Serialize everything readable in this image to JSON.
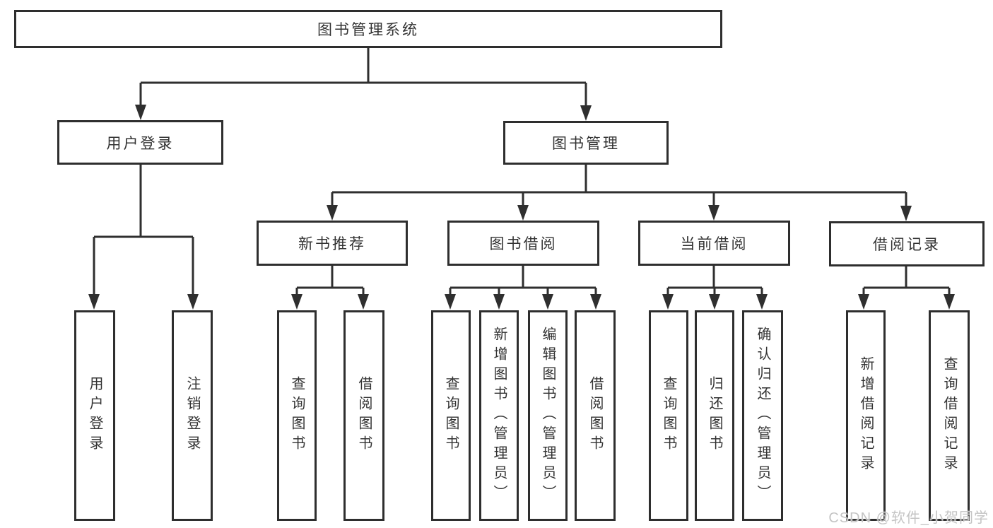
{
  "diagram": {
    "root": "图书管理系统",
    "level2": [
      "用户登录",
      "图书管理"
    ],
    "level3": [
      "新书推荐",
      "图书借阅",
      "当前借阅",
      "借阅记录"
    ],
    "leaves": [
      "用户登录",
      "注销登录",
      "查询图书",
      "借阅图书",
      "查询图书",
      "新增图书（管理员）",
      "编辑图书（管理员）",
      "借阅图书",
      "查询图书",
      "归还图书",
      "确认归还（管理员）",
      "新增借阅记录",
      "查询借阅记录"
    ],
    "hierarchy": [
      {
        "parent": "图书管理系统",
        "children": [
          "用户登录",
          "图书管理"
        ]
      },
      {
        "parent": "用户登录",
        "children": [
          "用户登录",
          "注销登录"
        ]
      },
      {
        "parent": "图书管理",
        "children": [
          "新书推荐",
          "图书借阅",
          "当前借阅",
          "借阅记录"
        ]
      },
      {
        "parent": "新书推荐",
        "children": [
          "查询图书",
          "借阅图书"
        ]
      },
      {
        "parent": "图书借阅",
        "children": [
          "查询图书",
          "新增图书（管理员）",
          "编辑图书（管理员）",
          "借阅图书"
        ]
      },
      {
        "parent": "当前借阅",
        "children": [
          "查询图书",
          "归还图书",
          "确认归还（管理员）"
        ]
      },
      {
        "parent": "借阅记录",
        "children": [
          "新增借阅记录",
          "查询借阅记录"
        ]
      }
    ]
  },
  "watermark": {
    "text": "CSDN @软件_小贺同学"
  },
  "colors": {
    "line": "#2f2f2f",
    "box_border": "#2e2e2e",
    "text": "#333333",
    "watermark": "#c4c4c4",
    "background": "#ffffff"
  }
}
